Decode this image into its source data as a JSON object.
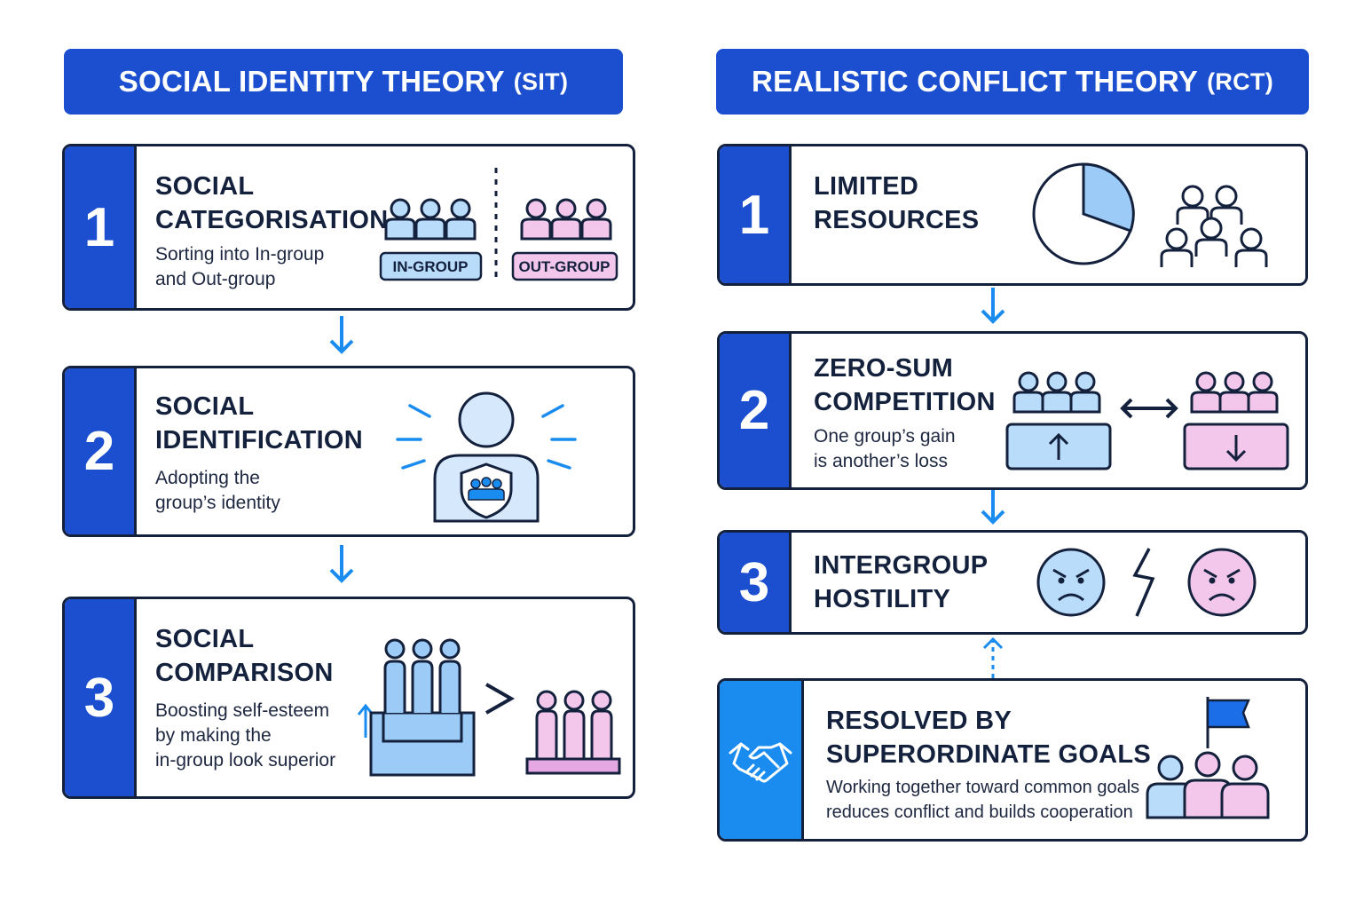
{
  "sit": {
    "title": "SOCIAL IDENTITY THEORY",
    "abbr": "(SIT)",
    "steps": [
      {
        "number": "1",
        "title_lines": [
          "SOCIAL",
          "CATEGORISATION"
        ],
        "desc_lines": [
          "Sorting into In-group",
          "and Out-group"
        ],
        "tags": [
          "IN-GROUP",
          "OUT-GROUP"
        ]
      },
      {
        "number": "2",
        "title_lines": [
          "SOCIAL",
          "IDENTIFICATION"
        ],
        "desc_lines": [
          "Adopting the",
          "group’s identity"
        ]
      },
      {
        "number": "3",
        "title_lines": [
          "SOCIAL",
          "COMPARISON"
        ],
        "desc_lines": [
          "Boosting self-esteem",
          "by making the",
          "in-group look superior"
        ]
      }
    ]
  },
  "rct": {
    "title": "REALISTIC CONFLICT THEORY",
    "abbr": "(RCT)",
    "steps": [
      {
        "number": "1",
        "title_lines": [
          "LIMITED",
          "RESOURCES"
        ]
      },
      {
        "number": "2",
        "title_lines": [
          "ZERO-SUM",
          "COMPETITION"
        ],
        "desc_lines": [
          "One group’s gain",
          "is another’s loss"
        ]
      },
      {
        "number": "3",
        "title_lines": [
          "INTERGROUP",
          "HOSTILITY"
        ]
      }
    ],
    "resolution": {
      "title_lines": [
        "RESOLVED BY",
        "SUPERORDINATE GOALS"
      ],
      "desc_lines": [
        "Working together toward common goals",
        "reduces conflict and builds cooperation"
      ]
    }
  },
  "colors": {
    "primary": "#1b4fcf",
    "accent": "#1a8cf0",
    "ingroup": "#b9dcfb",
    "outgroup": "#f3c6ec",
    "outline": "#14213d"
  },
  "icons": [
    "group-icon",
    "person-shield-icon",
    "podium-icon",
    "pie-chart-icon",
    "crowd-icon",
    "up-arrow-icon",
    "down-arrow-icon",
    "double-arrow-icon",
    "angry-face-icon",
    "lightning-icon",
    "handshake-icon",
    "flag-icon"
  ]
}
